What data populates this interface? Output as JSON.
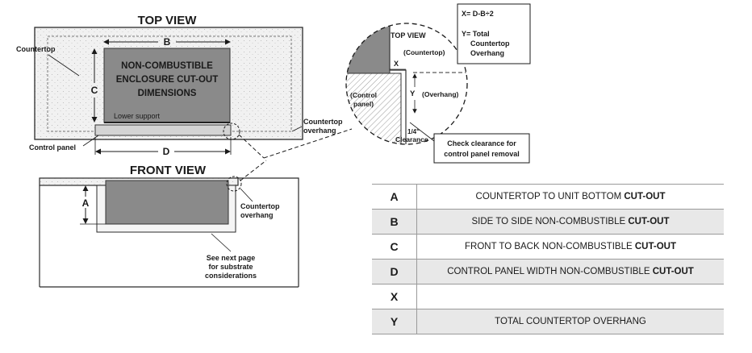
{
  "top_view": {
    "title": "TOP VIEW",
    "countertop": "Countertop",
    "dim_b": "B",
    "dim_c": "C",
    "dim_d": "D",
    "enclosure_lines": [
      "NON-COMBUSTIBLE",
      "ENCLOSURE CUT-OUT",
      "DIMENSIONS"
    ],
    "lower_support": "Lower support",
    "control_panel": "Control panel",
    "overhang_lines": [
      "Countertop",
      "overhang"
    ]
  },
  "detail": {
    "title": "TOP VIEW",
    "countertop": "(Countertop)",
    "x": "X",
    "y": "Y",
    "overhang": "(Overhang)",
    "control_panel_lines": [
      "(Control",
      "panel)"
    ],
    "clearance_value": "1/4\"",
    "clearance": "Clearance",
    "formula_x": "X= D-B÷2",
    "formula_y_lines": [
      "Y= Total",
      "Countertop",
      "Overhang"
    ],
    "check_lines": [
      "Check clearance for",
      "control panel removal"
    ]
  },
  "front_view": {
    "title": "FRONT VIEW",
    "dim_a": "A",
    "overhang_lines": [
      "Countertop",
      "overhang"
    ],
    "note_lines": [
      "See next page",
      "for substrate",
      "considerations"
    ]
  },
  "legend": [
    {
      "key": "A",
      "text": "COUNTERTOP TO UNIT BOTTOM ",
      "emph": "CUT-OUT"
    },
    {
      "key": "B",
      "text": "SIDE TO SIDE NON-COMBUSTIBLE ",
      "emph": "CUT-OUT"
    },
    {
      "key": "C",
      "text": "FRONT TO BACK NON-COMBUSTIBLE ",
      "emph": "CUT-OUT"
    },
    {
      "key": "D",
      "text": "CONTROL PANEL WIDTH NON-COMBUSTIBLE ",
      "emph": "CUT-OUT"
    },
    {
      "key": "X",
      "text": "",
      "emph": ""
    },
    {
      "key": "Y",
      "text": "TOTAL COUNTERTOP OVERHANG",
      "emph": ""
    }
  ]
}
